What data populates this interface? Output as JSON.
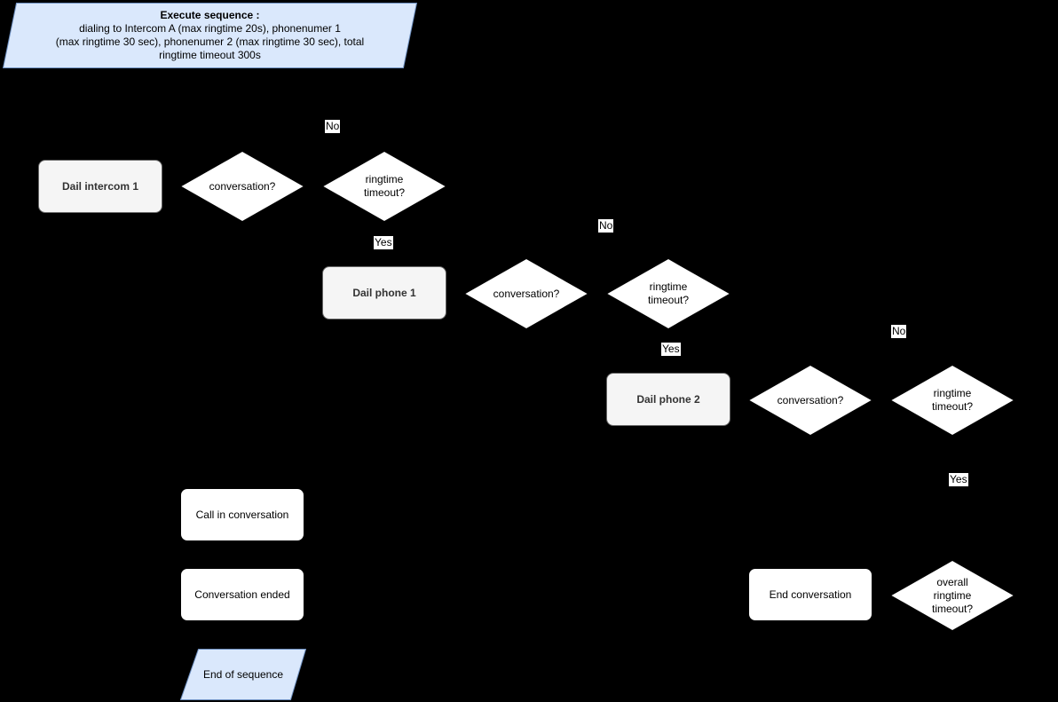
{
  "diagram": {
    "start": {
      "title": "Execute sequence :",
      "line1": "dialing to Intercom A (max ringtime 20s), phonenumer 1",
      "line2": "(max ringtime 30 sec), phonenumer 2 (max ringtime 30 sec), total",
      "line3": "ringtime timeout 300s"
    },
    "process": {
      "dail_intercom_1": "Dail intercom 1",
      "dail_phone_1": "Dail phone 1",
      "dail_phone_2": "Dail phone 2"
    },
    "decisions": {
      "conversation_1": "conversation?",
      "ringtime_1": "ringtime timeout?",
      "conversation_2": "conversation?",
      "ringtime_2": "ringtime timeout?",
      "conversation_3": "conversation?",
      "ringtime_3": "ringtime timeout?",
      "overall_ringtime": "overall ringtime timeout?"
    },
    "states": {
      "call_in_conversation": "Call in conversation",
      "conversation_ended": "Conversation ended",
      "end_conversation": "End conversation"
    },
    "edge_labels": {
      "no_1": "No",
      "yes_1": "Yes",
      "no_2": "No",
      "yes_2": "Yes",
      "no_3": "No",
      "yes_3": "Yes"
    },
    "end": {
      "label": "End of sequence"
    },
    "colors": {
      "background": "#000000",
      "io_fill": "#dae8fc",
      "io_border": "#6c8ebf",
      "process_fill": "#f5f5f5",
      "process_border": "#666666",
      "process_text": "#333333",
      "decision_fill": "#ffffff",
      "decision_border": "#000000",
      "state_fill": "#ffffff",
      "state_border": "#000000",
      "label_bg": "#ffffff",
      "text": "#000000"
    }
  }
}
